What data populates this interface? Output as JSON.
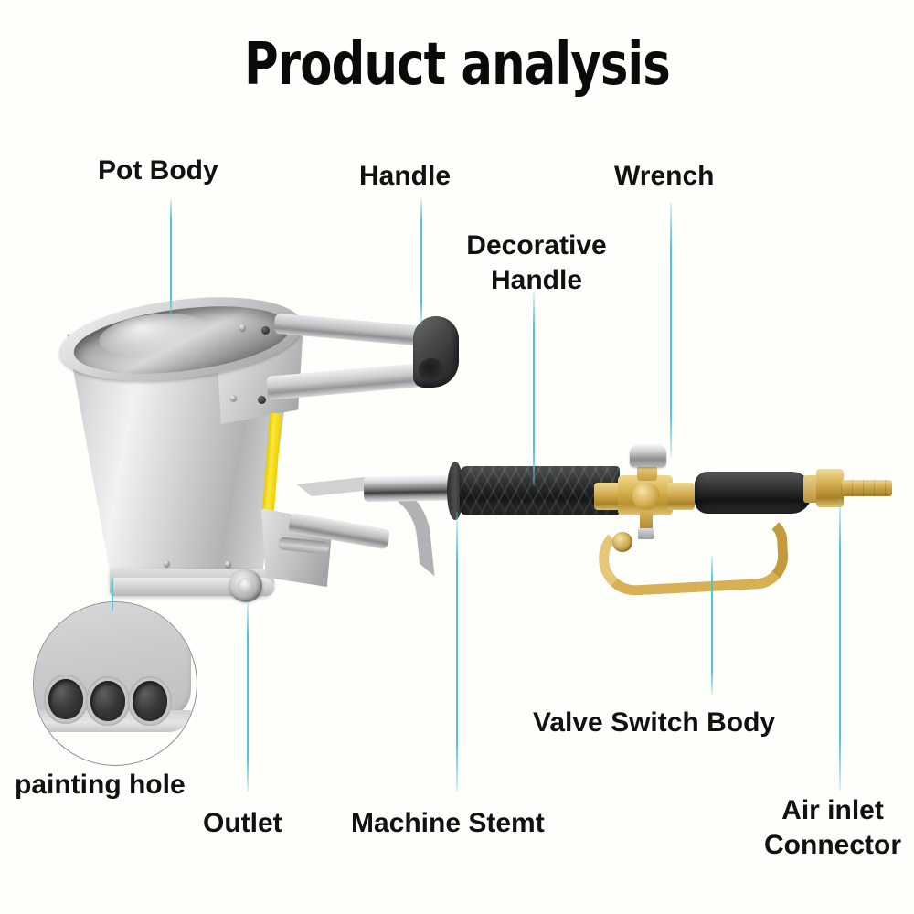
{
  "page": {
    "title": "Product analysis",
    "background_color": "#fefefb",
    "leader_line_color": "#4fc3d9",
    "label_color": "#111111",
    "accent_yellow": "#f5d800",
    "brass_color": "#d0a94b",
    "steel_color": "#c9cbcc"
  },
  "labels": [
    {
      "id": "pot-body",
      "text": "Pot Body"
    },
    {
      "id": "handle",
      "text": "Handle"
    },
    {
      "id": "wrench",
      "text": "Wrench"
    },
    {
      "id": "decorative-handle",
      "line1": "Decorative",
      "line2": "Handle"
    },
    {
      "id": "valve-switch-body",
      "text": "Valve Switch Body"
    },
    {
      "id": "painting-hole",
      "text": "painting hole"
    },
    {
      "id": "outlet",
      "text": "Outlet"
    },
    {
      "id": "machine-stemt",
      "text": "Machine Stemt"
    },
    {
      "id": "air-inlet-connector",
      "line1": "Air inlet",
      "line2": "Connector"
    }
  ]
}
